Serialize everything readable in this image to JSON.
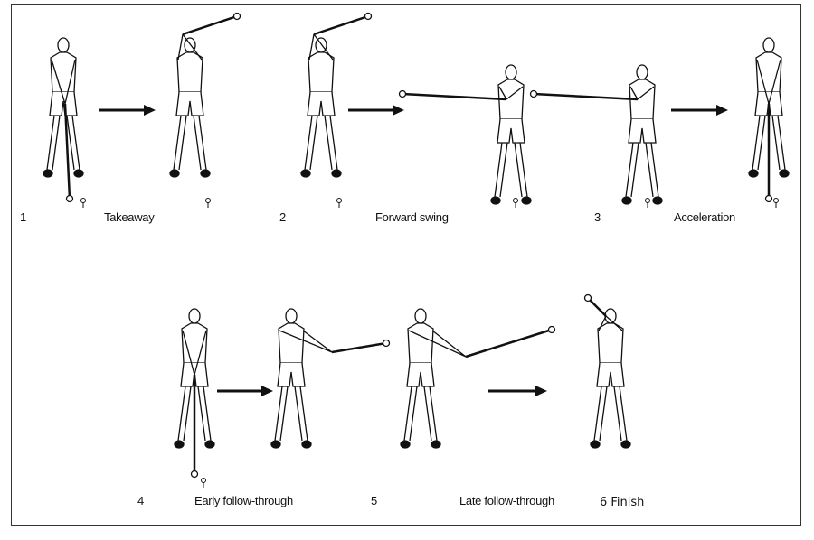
{
  "title": "Golf swing phases",
  "steps": [
    {
      "number": "1",
      "label": "Takeaway"
    },
    {
      "number": "2",
      "label": "Forward swing"
    },
    {
      "number": "3",
      "label": "Acceleration"
    },
    {
      "number": "4",
      "label": "Early follow-through"
    },
    {
      "number": "5",
      "label": "Late follow-through"
    },
    {
      "number": "",
      "label": "6 Finish"
    }
  ],
  "colors": {
    "ink": "#111111",
    "frame": "#333333"
  }
}
